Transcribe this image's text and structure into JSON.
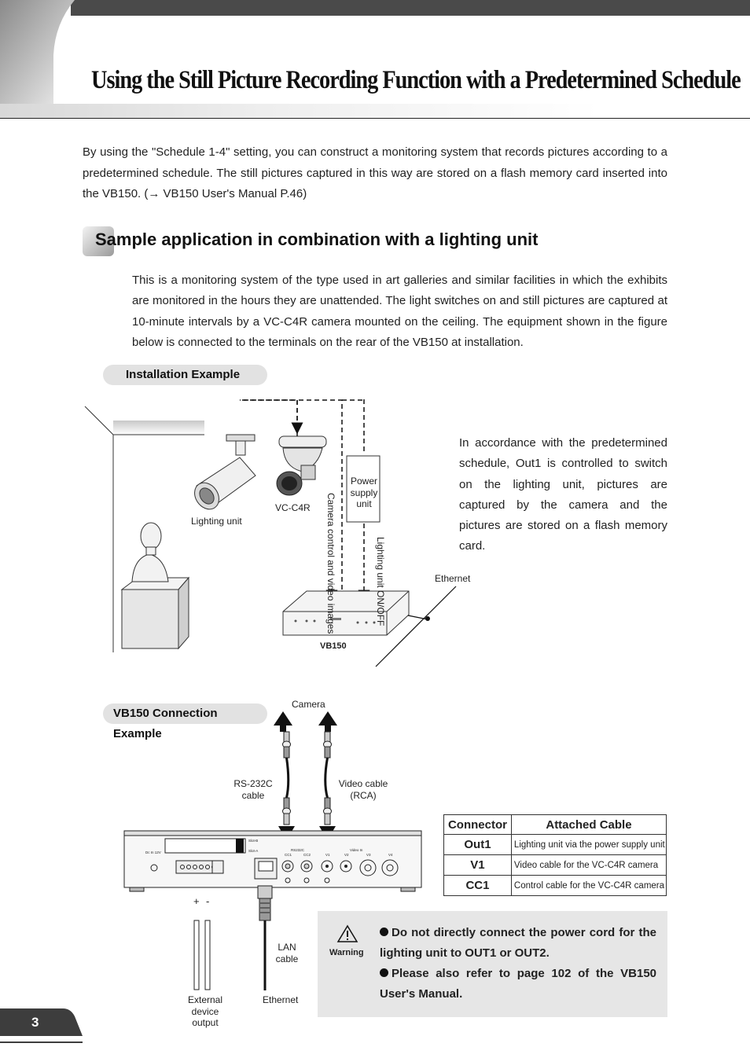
{
  "header": {
    "title": "Using the Still Picture Recording Function with a Predetermined Schedule"
  },
  "intro": {
    "text": "By using the \"Schedule 1-4\" setting, you can construct a monitoring system that records pictures according to a predetermined schedule. The still pictures captured in this way are stored on a flash memory card inserted into the VB150. (→ VB150 User's Manual P.46)"
  },
  "section": {
    "heading": "Sample application in combination with a lighting unit",
    "body": "This is a monitoring system of the type used in art galleries and similar facilities in which the exhibits are monitored in the hours they are unattended. The light switches on and still pictures are captured at 10-minute intervals by a VC-C4R camera mounted on the ceiling. The equipment shown in the figure below is connected to the terminals on the rear of the VB150 at installation."
  },
  "installation": {
    "pill": "Installation Example",
    "labels": {
      "lighting_unit": "Lighting unit",
      "camera": "VC-C4R",
      "camera_control": "Camera control and video images",
      "power_supply": "Power supply unit",
      "lighting_onoff": "Lighting unit ON/OFF",
      "ethernet": "Ethernet",
      "vb150": "VB150"
    },
    "description": "In accordance with the predetermined schedule, Out1 is controlled to switch on the lighting unit, pictures are captured by the camera and the pictures are stored on a flash memory card."
  },
  "connection": {
    "pill": "VB150 Connection Example",
    "labels": {
      "camera": "Camera",
      "rs232c": "RS-232C cable",
      "video_cable": "Video cable (RCA)",
      "lan": "LAN cable",
      "external": "External device output",
      "ethernet": "Ethernet",
      "plus": "+",
      "minus": "-"
    },
    "panel_text": {
      "dc_in": "Dc In 12V",
      "slot_b": "Slot-B",
      "slot_a": "Slot-A",
      "rs232c": "RS232C",
      "video_in": "Video In",
      "cc1": "CC1",
      "cc2": "CC2",
      "v1": "V1",
      "v2": "V2",
      "v3": "V3",
      "v4": "V4"
    }
  },
  "table": {
    "headers": [
      "Connector",
      "Attached Cable"
    ],
    "rows": [
      {
        "connector": "Out1",
        "cable": "Lighting unit via the power supply unit"
      },
      {
        "connector": "V1",
        "cable": "Video cable for the VC-C4R camera"
      },
      {
        "connector": "CC1",
        "cable": "Control cable for the VC-C4R camera"
      }
    ]
  },
  "warning": {
    "label": "Warning",
    "items": [
      "Do not directly connect the power cord for the lighting unit to OUT1 or OUT2.",
      "Please also refer to page 102 of the VB150 User's Manual."
    ]
  },
  "footer": {
    "page_number": "3"
  }
}
